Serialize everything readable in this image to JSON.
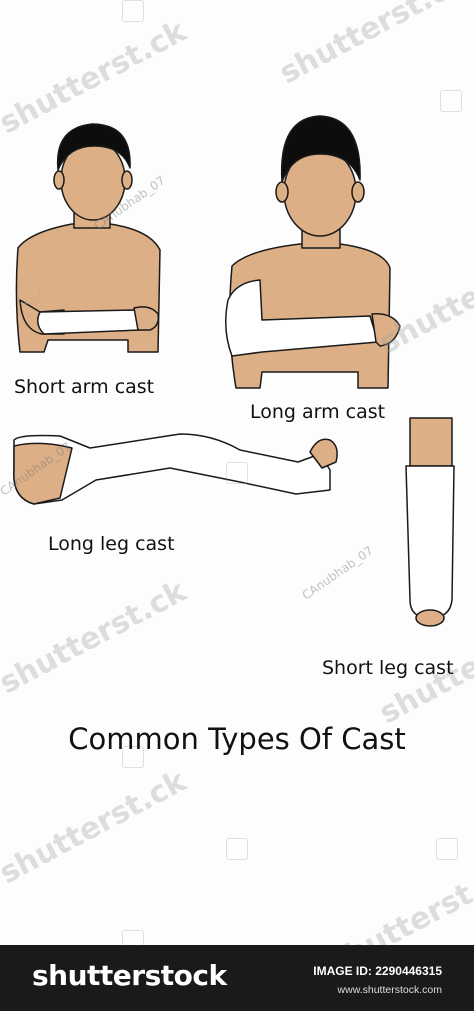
{
  "labels": {
    "short_arm": "Short arm cast",
    "long_arm": "Long arm cast",
    "long_leg": "Long leg cast",
    "short_leg": "Short leg cast"
  },
  "title": "Common Types Of Cast",
  "watermark": {
    "logo": "shutterst.ck",
    "user": "CAnubhab_07"
  },
  "footer": {
    "brand": "shutterstock",
    "image_id": "IMAGE ID: 2290446315",
    "site": "www.shutterstock.com"
  },
  "colors": {
    "skin": "#ddaf86",
    "hair": "#0d0d0d",
    "cast": "#ffffff",
    "outline": "#1a1a1a",
    "footer_bg": "#1a1a1a"
  }
}
